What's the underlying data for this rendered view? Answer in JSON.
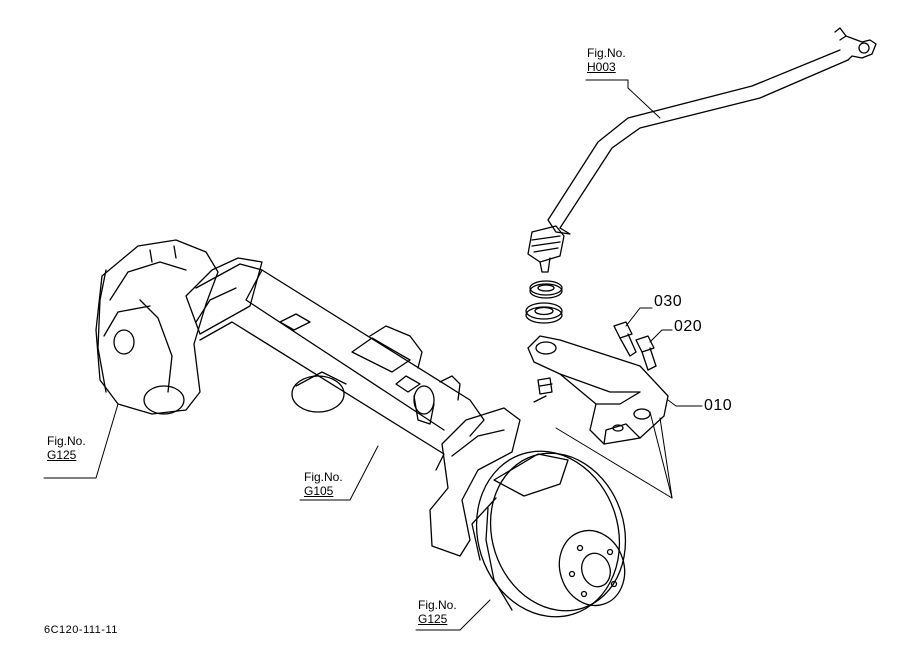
{
  "figure_refs": [
    {
      "id": "h003",
      "prefix": "Fig.No.",
      "number": "H003"
    },
    {
      "id": "g125-left",
      "prefix": "Fig.No.",
      "number": "G125"
    },
    {
      "id": "g105",
      "prefix": "Fig.No.",
      "number": "G105"
    },
    {
      "id": "g125-bottom",
      "prefix": "Fig.No.",
      "number": "G125"
    }
  ],
  "part_numbers": {
    "p030": "030",
    "p020": "020",
    "p010": "010"
  },
  "diagram_code": "6C120-111-11"
}
